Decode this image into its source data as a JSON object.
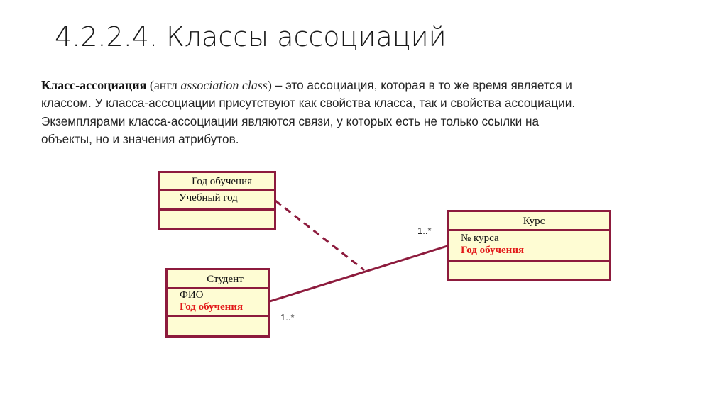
{
  "slide": {
    "title": "4.2.2.4. Классы ассоциаций",
    "paragraph": {
      "term": "Класс-ассоциация",
      "paren_open": " (англ ",
      "paren_italic": "association class",
      "paren_close": ")",
      "line1_rest": " – это ассоциация, которая в то же время является и",
      "line2": "классом. У класса-ассоциации присутствуют как свойства класса, так и свойства ассоциации.",
      "line3": "Экземплярами класса-ассоциации являются связи, у которых есть не только ссылки на",
      "line4": "объекты, но и значения атрибутов."
    }
  },
  "diagram": {
    "colors": {
      "border": "#8d1b3d",
      "fill": "#fefcd3",
      "highlight": "#e21a1a"
    },
    "classes": [
      {
        "id": "god-obucheniya",
        "name": "Год обучения",
        "attributes": [
          {
            "text": "Учебный год",
            "highlight": false
          }
        ]
      },
      {
        "id": "student",
        "name": "Студент",
        "attributes": [
          {
            "text": "ФИО",
            "highlight": false
          },
          {
            "text": "Год обучения",
            "highlight": true
          }
        ]
      },
      {
        "id": "kurs",
        "name": "Курс",
        "attributes": [
          {
            "text": "№ курса",
            "highlight": false
          },
          {
            "text": "Год обучения",
            "highlight": true
          }
        ]
      }
    ],
    "association": {
      "from": "Студент",
      "to": "Курс",
      "multiplicity_from": "1..*",
      "multiplicity_to": "1..*",
      "association_class": "Год обучения"
    }
  }
}
